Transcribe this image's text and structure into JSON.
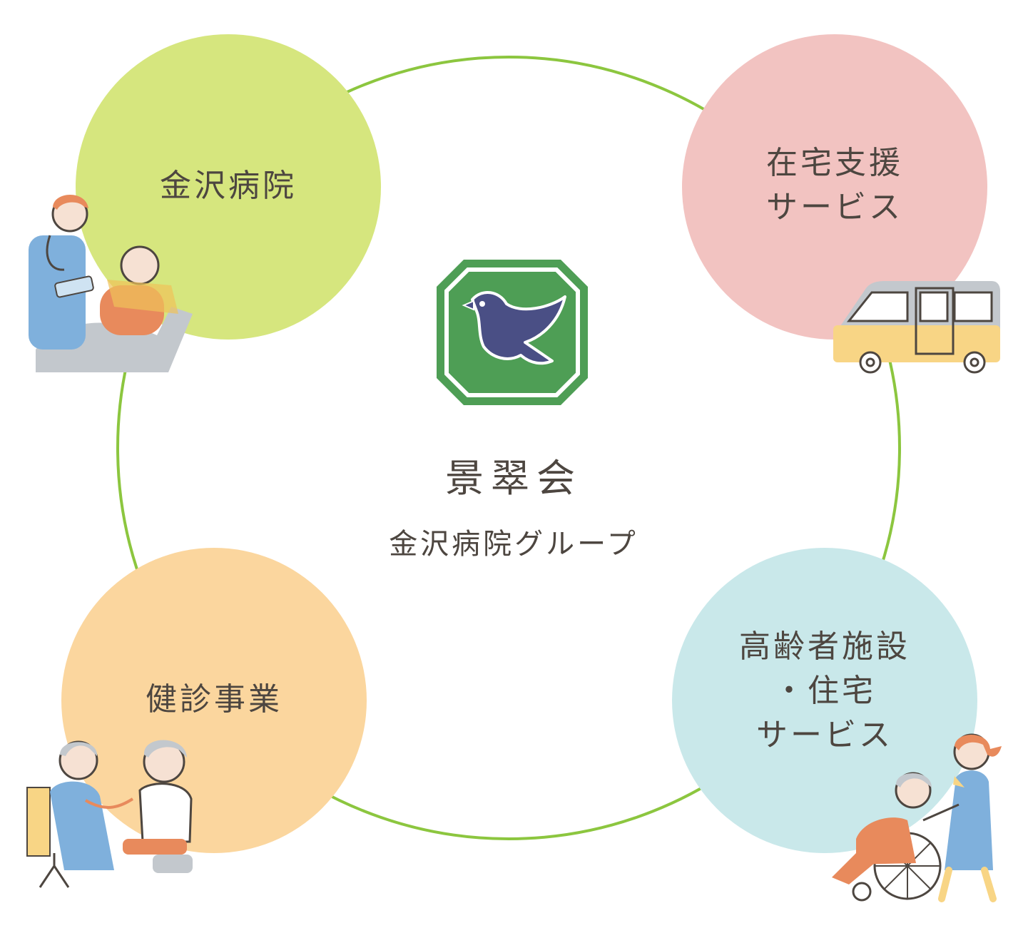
{
  "colors": {
    "ring": "#8cc63f",
    "hospital": "#d6e67e",
    "home_support": "#f2c3c1",
    "health_check": "#fbd69e",
    "elderly": "#c9e8ea",
    "logo_green": "#4e9e55",
    "logo_bird": "#4a4f85",
    "text": "#4d4640"
  },
  "center": {
    "title": "景翠会",
    "subtitle": "金沢病院グループ",
    "logo_icon": "bird-emblem-icon"
  },
  "nodes": [
    {
      "id": "hospital",
      "lines": [
        "金沢病院"
      ],
      "icon": "doctor-patient-icon"
    },
    {
      "id": "home_support",
      "lines": [
        "在宅支援",
        "サービス"
      ],
      "icon": "van-icon"
    },
    {
      "id": "health_check",
      "lines": [
        "健診事業"
      ],
      "icon": "stethoscope-exam-icon"
    },
    {
      "id": "elderly",
      "lines": [
        "高齢者施設",
        "・住宅",
        "サービス"
      ],
      "icon": "wheelchair-caregiver-icon"
    }
  ]
}
